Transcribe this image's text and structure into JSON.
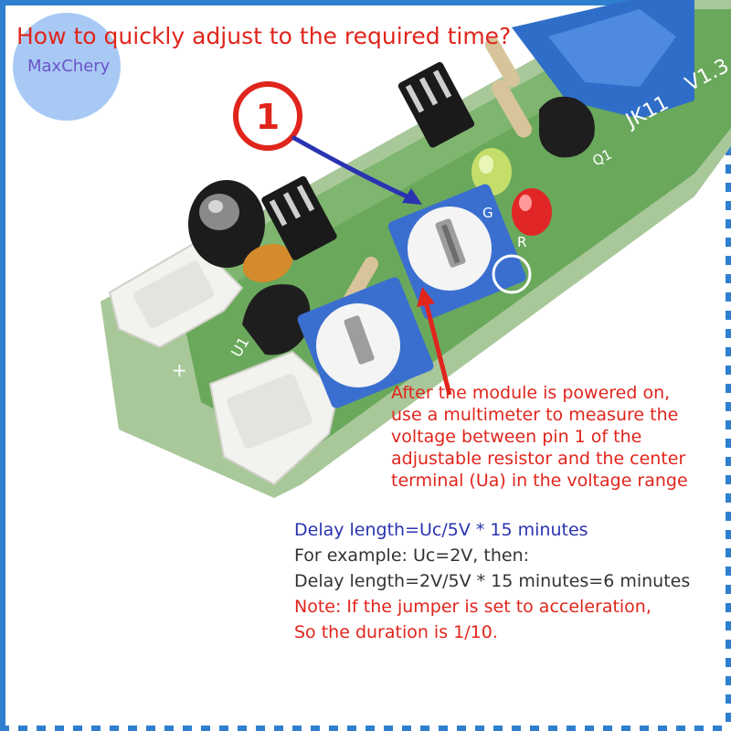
{
  "headline": "How to quickly adjust to the required time?",
  "logo": {
    "text": "MaxChery"
  },
  "marker": {
    "label": "1"
  },
  "board": {
    "silkscreen": [
      "JK11",
      "V1.3",
      "Q1",
      "G",
      "R",
      "U1",
      "+"
    ]
  },
  "instruction": {
    "lines": [
      "After the module is powered on,",
      "use a multimeter to measure the",
      "voltage between pin 1 of the",
      "adjustable resistor and the center",
      "terminal (Ua) in the voltage range"
    ]
  },
  "formula": {
    "definition": "Delay length=Uc/5V * 15 minutes",
    "example_intro": "For example: Uc=2V, then:",
    "example_result": "Delay length=2V/5V * 15 minutes=6 minutes",
    "note_1": "Note: If the jumper is set to acceleration,",
    "note_2": "So the duration is 1/10."
  },
  "colors": {
    "text_red": "#e0251c",
    "text_blue": "#2a33b0",
    "frame_blue": "#2f7fcf",
    "pcb_green": "#6aa85c",
    "pot_blue": "#3a6fd0"
  }
}
